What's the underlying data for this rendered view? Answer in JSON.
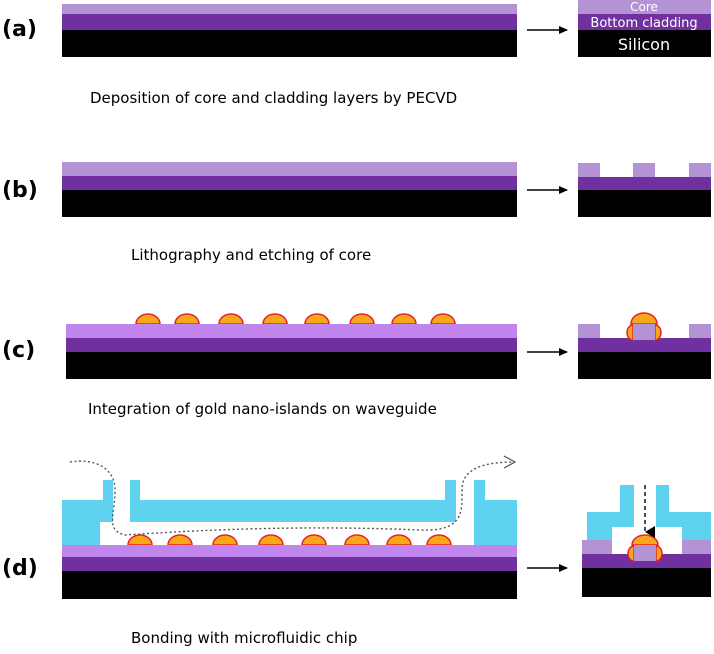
{
  "panels": [
    {
      "label": "(a)",
      "caption": "Deposition of core and cladding layers by PECVD"
    },
    {
      "label": "(b)",
      "caption": "Lithography and etching of core"
    },
    {
      "label": "(c)",
      "caption": "Integration of gold nano-islands on waveguide"
    },
    {
      "label": "(d)",
      "caption": "Bonding with microfluidic chip"
    }
  ],
  "layers": {
    "core": "Core",
    "bottom_cladding": "Bottom cladding",
    "silicon": "Silicon"
  },
  "colors": {
    "core": "#b393d3",
    "core_bright": "#c185ee",
    "cladding": "#7030a0",
    "silicon": "#000000",
    "gold_fill": "#f7a818",
    "gold_edge": "#e8202a",
    "microfluidic": "#5fd2f0"
  }
}
